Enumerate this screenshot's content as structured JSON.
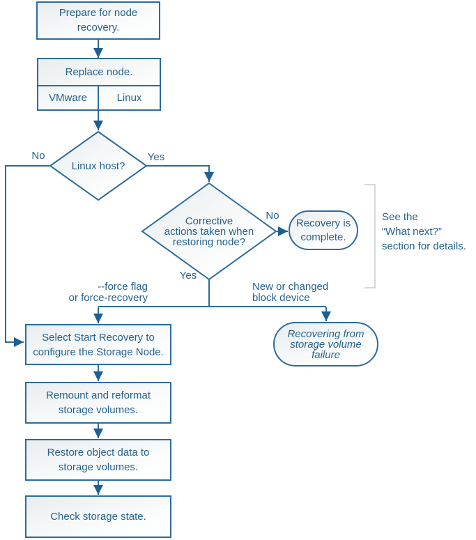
{
  "colors": {
    "line": "#2b6c9e",
    "text": "#25628f",
    "arrow": "#1d5f93",
    "shape_fill_top": "#e9edef",
    "bracket": "#c8cccf"
  },
  "nodes": {
    "prepare": "Prepare for node\nrecovery.",
    "replace": "Replace node.",
    "replace_vmware": "VMware",
    "replace_linux": "Linux",
    "linux_host": "Linux host?",
    "corrective_actions": "Corrective\nactions taken when\nrestoring node?",
    "recovery_complete": "Recovery is\ncomplete.",
    "select_recovery": "Select Start Recovery to\nconfigure the Storage Node.",
    "recovering_volume": "Recovering from\nstorage volume\nfailure",
    "remount": "Remount and reformat\nstorage volumes.",
    "restore": "Restore object data to\nstorage volumes.",
    "check_state": "Check storage state."
  },
  "labels": {
    "no_linux": "No",
    "yes_linux": "Yes",
    "no_corrective": "No",
    "yes_corrective": "Yes",
    "force_flag": "--force flag\nor force-recovery",
    "block_device": "New or changed\nblock device",
    "see_note": "See the\n“What next?”\nsection for details."
  }
}
